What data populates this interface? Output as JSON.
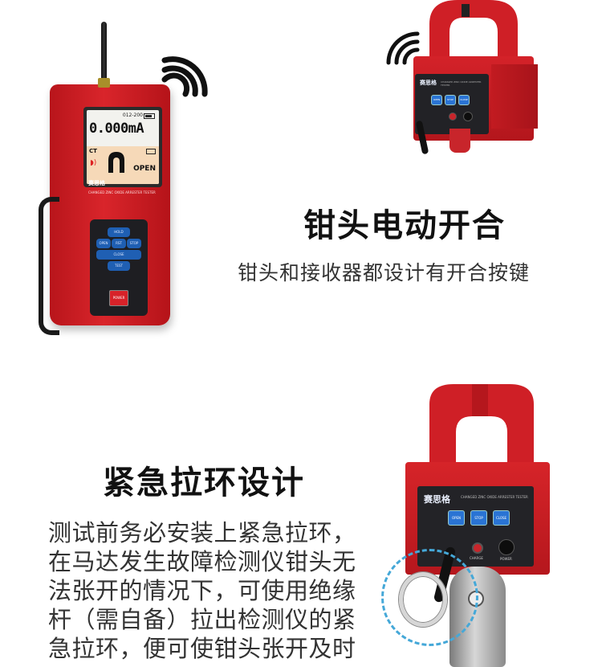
{
  "receiver": {
    "screen_code": "012-200",
    "reading": "0.000mA",
    "ct_label": "CT",
    "status": "OPEN",
    "brand": "赛思格",
    "model": "CHANGED ZINC OXIDE ARRESTER TESTER",
    "keys": [
      "HOLD",
      "OPEN",
      "RST",
      "STOP",
      "CLOSE",
      "TEST"
    ],
    "power_label": "POWER"
  },
  "clamp_top": {
    "brand": "赛思格",
    "model": "CHANGED ZINC OXIDE ARRESTER TESTER",
    "buttons": [
      "OPEN",
      "STOP",
      "CLOSE"
    ]
  },
  "section1": {
    "title": "钳头电动开合",
    "subtitle": "钳头和接收器都设计有开合按键"
  },
  "section2": {
    "title": "紧急拉环设计",
    "lines": [
      "测试前务必安装上紧急拉环，",
      "在马达发生故障检测仪钳头无",
      "法张开的情况下，可使用绝缘",
      "杆（需自备）拉出检测仪的紧",
      "急拉环，便可使钳头张开及时"
    ]
  },
  "clamp_bottom": {
    "brand": "赛思格",
    "model": "CHANGED ZINC OXIDE ARRESTER TESTER",
    "buttons": [
      "OPEN",
      "STOP",
      "CLOSE"
    ],
    "charge_label": "CHARGE",
    "power_label": "POWER"
  },
  "colors": {
    "device_red": "#d42229",
    "panel_dark": "#222226",
    "button_blue": "#2a74d4",
    "dashed_highlight": "#45a8d8"
  }
}
